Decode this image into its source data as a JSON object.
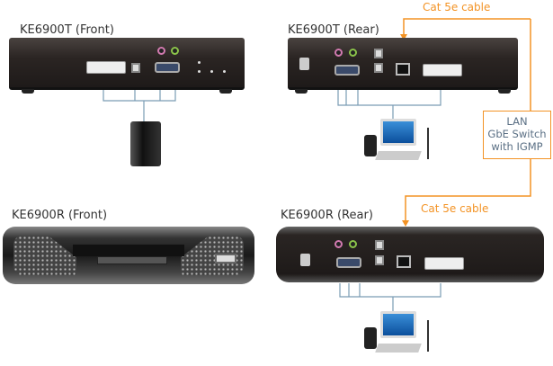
{
  "titles": {
    "t_front": "KE6900T (Front)",
    "t_rear": "KE6900T (Rear)",
    "r_front": "KE6900R (Front)",
    "r_rear": "KE6900R (Rear)"
  },
  "cable_top": "Cat 5e cable",
  "cable_bottom": "Cat 5e cable",
  "switch_box": {
    "line1": "LAN",
    "line2": "GbE Switch",
    "line3": "with IGMP"
  },
  "colors": {
    "cable": "#f39325",
    "connector": "#7a9cb5",
    "device": "#2b2523"
  }
}
